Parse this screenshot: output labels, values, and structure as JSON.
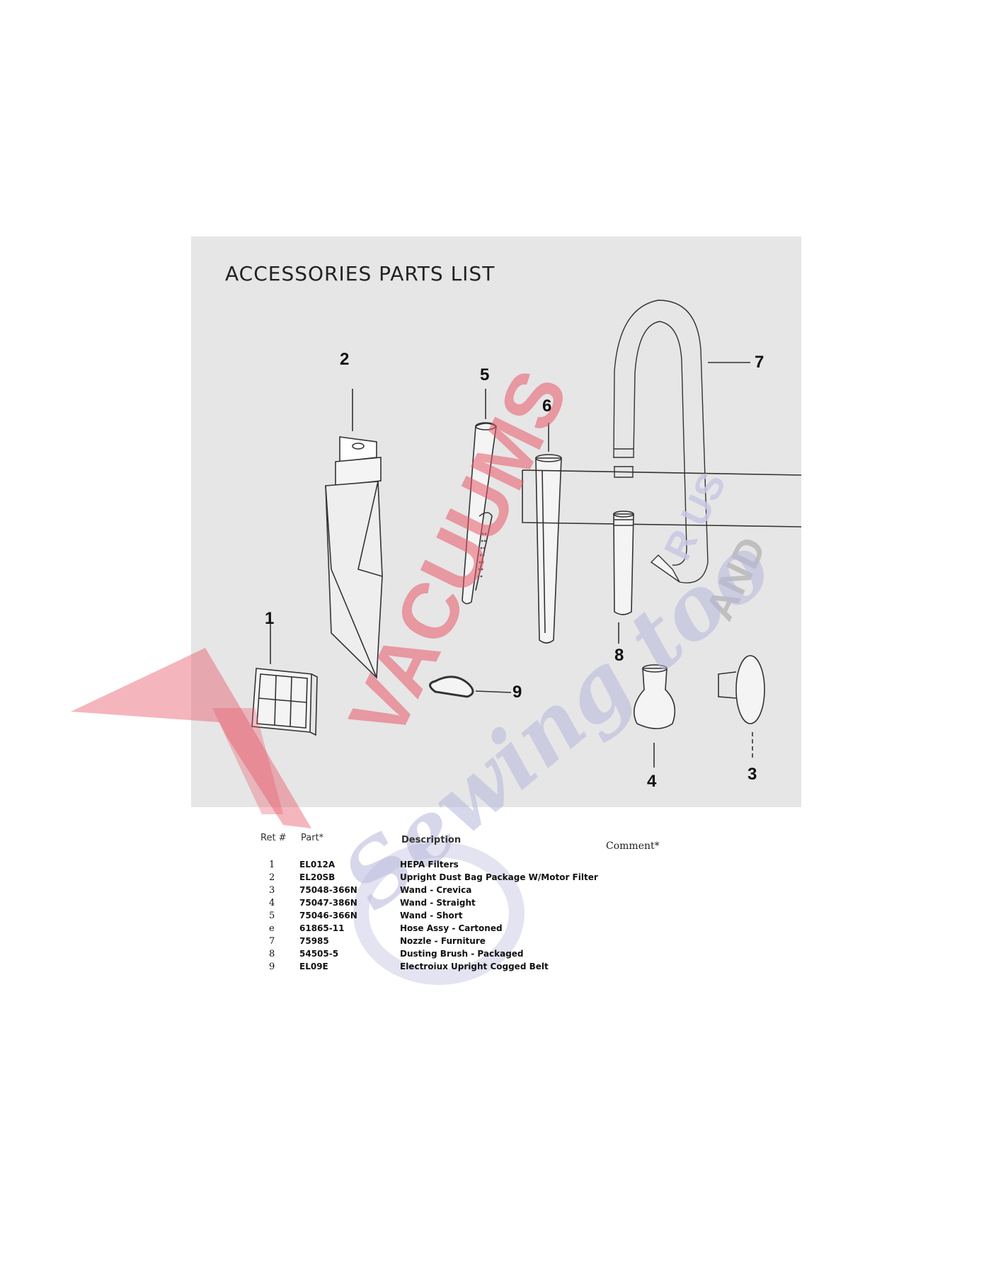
{
  "figure": {
    "title": "ACCESSORIES PARTS LIST",
    "callouts": [
      "1",
      "2",
      "3",
      "4",
      "5",
      "6",
      "7",
      "8",
      "9"
    ]
  },
  "watermark": {
    "line1": "VACUUMS",
    "line2": "R US",
    "line3": "AND",
    "line4": "Sewing too"
  },
  "table": {
    "headers": {
      "ref": "Ret #",
      "part": "Part*",
      "description": "Description",
      "comment": "Comment*"
    },
    "rows": [
      {
        "ref": "1",
        "part": "EL012A",
        "description": "HEPA Filters"
      },
      {
        "ref": "2",
        "part": "EL20SB",
        "description": "Upright Dust Bag Package W/Motor Filter"
      },
      {
        "ref": "3",
        "part": "75048-366N",
        "description": "Wand - Crevica"
      },
      {
        "ref": "4",
        "part": "75047-386N",
        "description": "Wand - Straight"
      },
      {
        "ref": "5",
        "part": "75046-366N",
        "description": "Wand - Short"
      },
      {
        "ref": "e",
        "part": "61865-11",
        "description": "Hose Assy - Cartoned"
      },
      {
        "ref": "7",
        "part": "75985",
        "description": "Nozzle - Furniture"
      },
      {
        "ref": "8",
        "part": "54505-5",
        "description": "Dusting Brush - Packaged"
      },
      {
        "ref": "9",
        "part": "EL09E",
        "description": "Electroiux Upright Cogged Belt"
      }
    ]
  }
}
